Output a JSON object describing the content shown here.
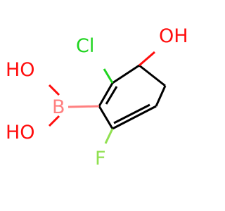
{
  "molecule": {
    "atoms": {
      "chlorine": {
        "label": "Cl",
        "color": "#1fd41f"
      },
      "hydroxyl_ring": {
        "label": "OH",
        "color": "#ff0d0d"
      },
      "boron": {
        "label": "B",
        "color": "#ff8080"
      },
      "hydroxyl_boron_top": {
        "label": "HO",
        "color": "#ff0d0d"
      },
      "hydroxyl_boron_bottom": {
        "label": "HO",
        "color": "#ff0d0d"
      },
      "fluorine": {
        "label": "F",
        "color": "#90e050"
      }
    },
    "bond_color": "#000000"
  }
}
